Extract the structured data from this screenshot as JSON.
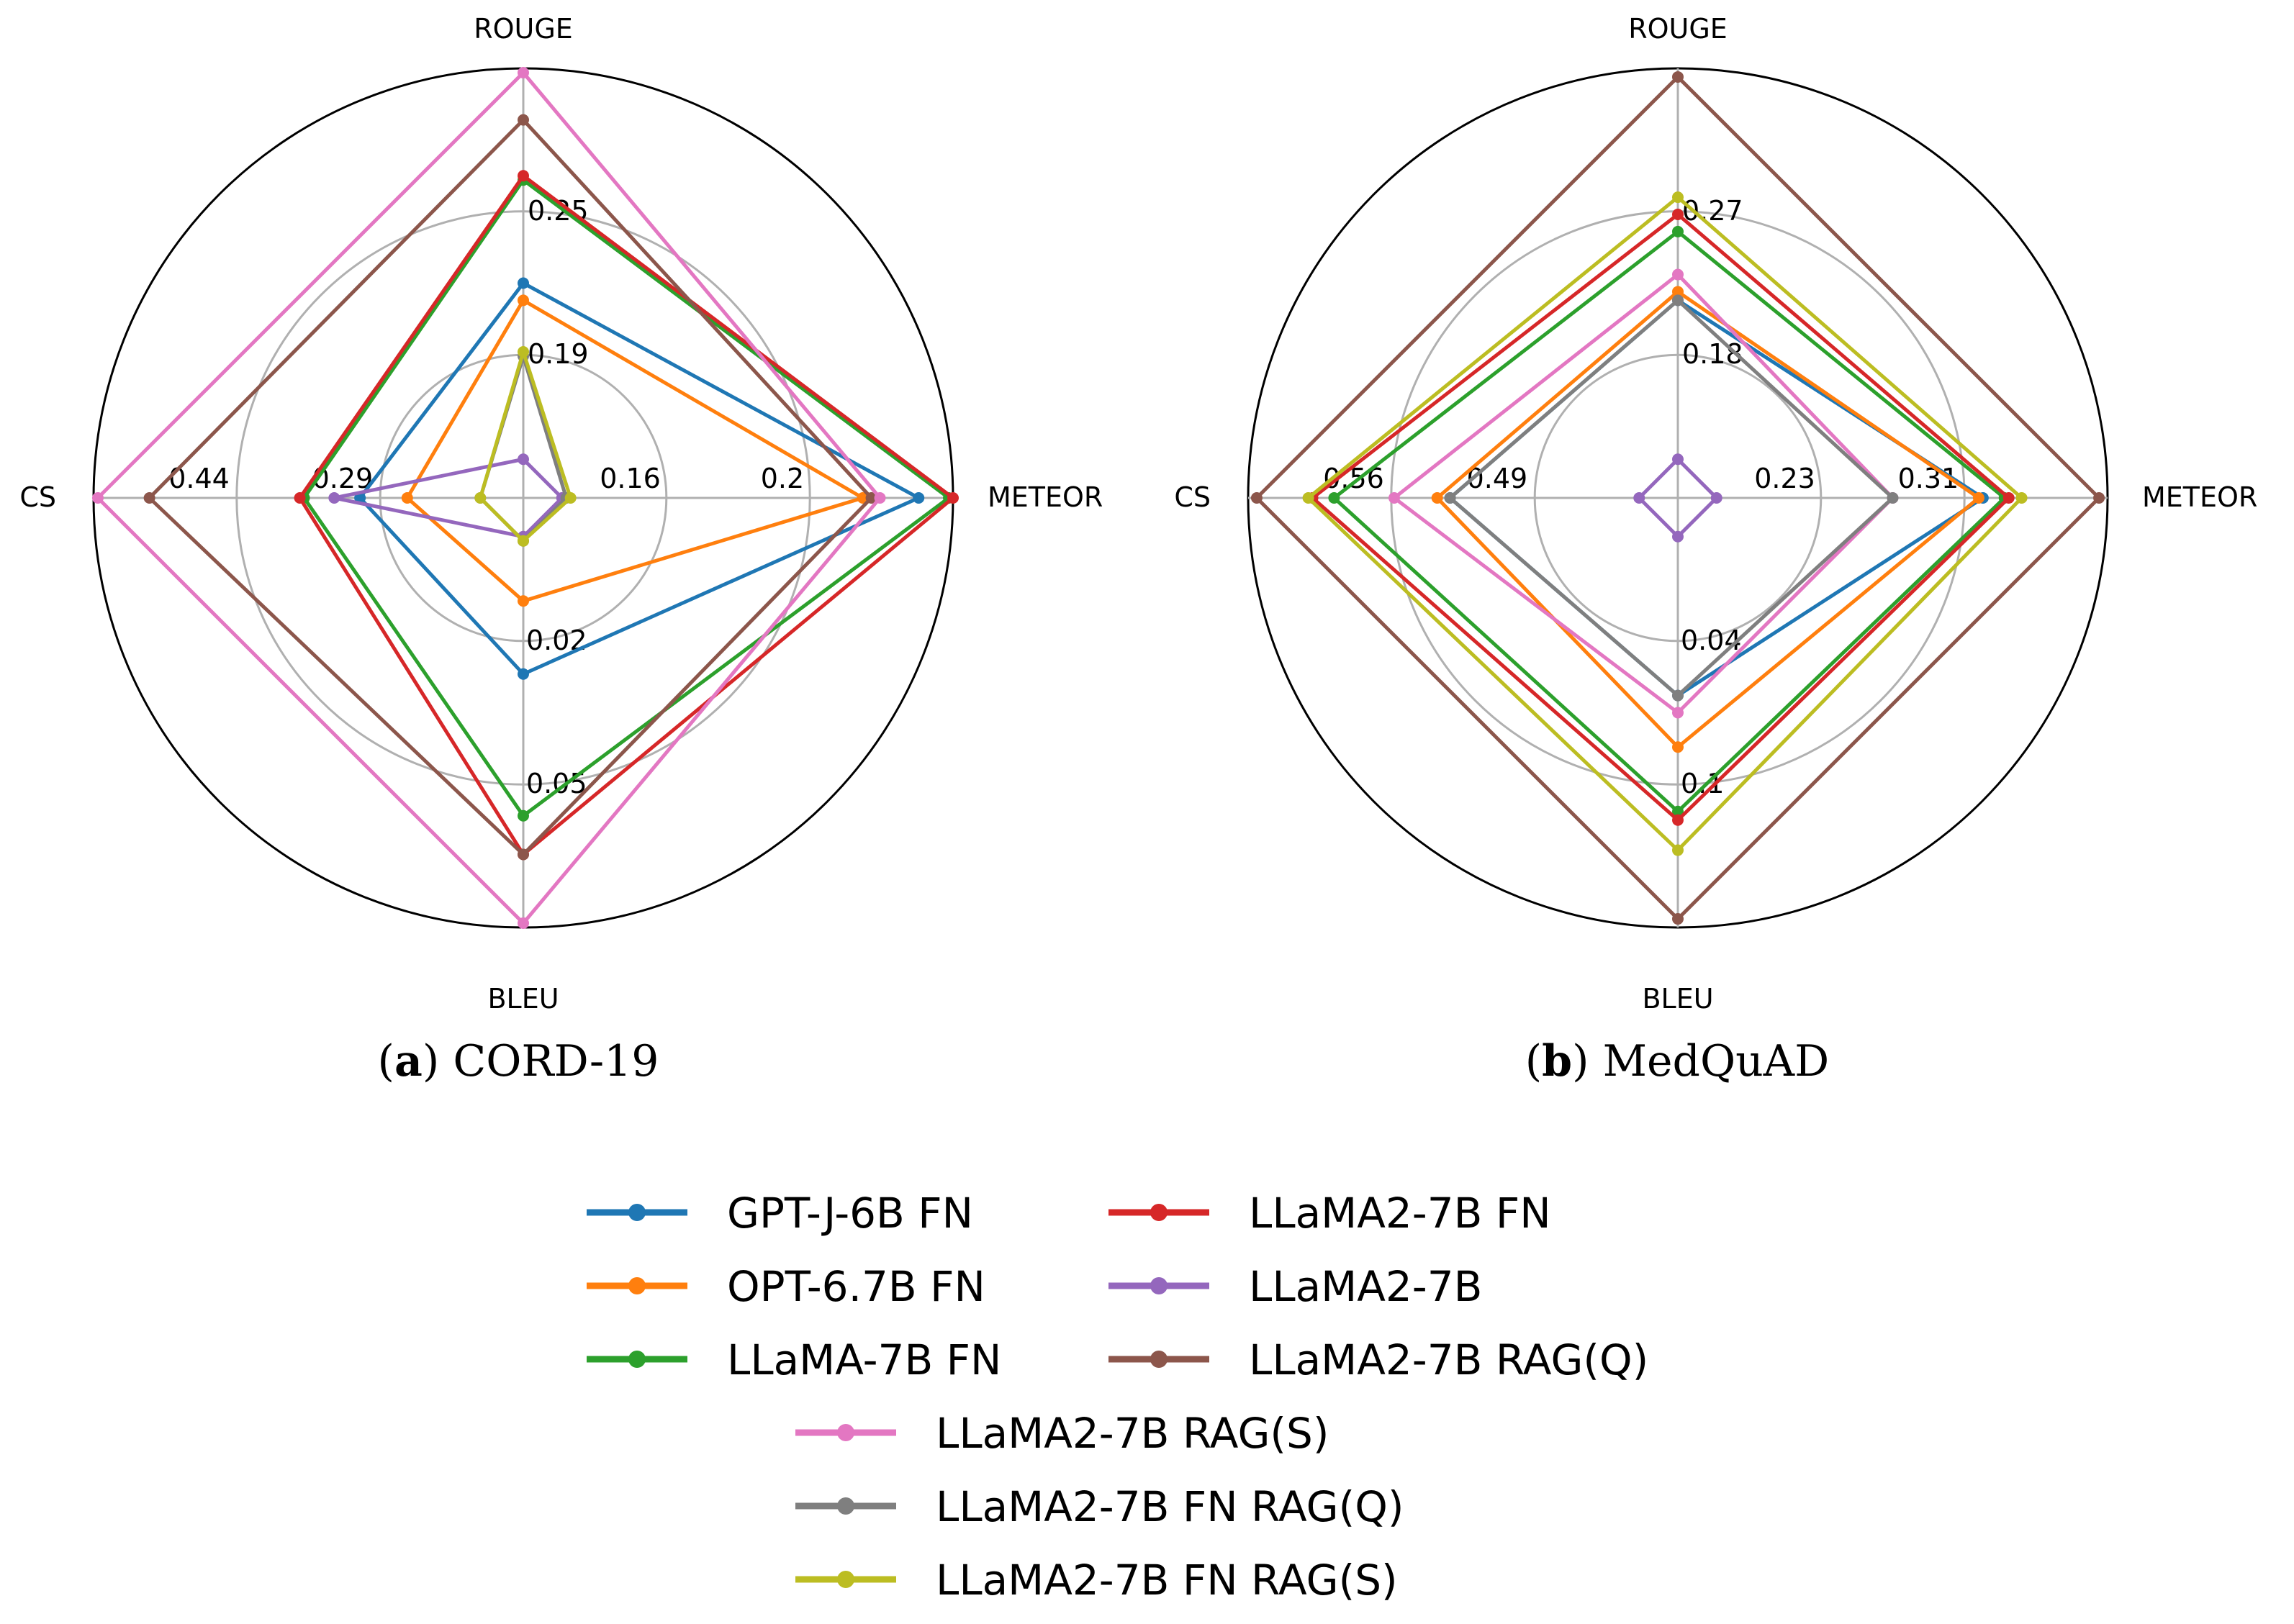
{
  "chart_data": [
    {
      "type": "radar",
      "caption_letter": "a",
      "caption_text": "CORD-19",
      "axes": [
        {
          "name": "ROUGE",
          "tick_labels": [
            "0.19",
            "0.25"
          ]
        },
        {
          "name": "METEOR",
          "tick_labels": [
            "0.16",
            "0.2"
          ]
        },
        {
          "name": "BLEU",
          "tick_labels": [
            "0.02",
            "0.05"
          ]
        },
        {
          "name": "CS",
          "tick_labels": [
            "0.29",
            "0.44"
          ]
        }
      ],
      "series": [
        {
          "name": "GPT-J-6B FN",
          "values": [
            0.5,
            0.92,
            0.41,
            0.38
          ]
        },
        {
          "name": "OPT-6.7B FN",
          "values": [
            0.46,
            0.79,
            0.24,
            0.27
          ]
        },
        {
          "name": "LLaMA-7B FN",
          "values": [
            0.74,
            0.99,
            0.74,
            0.51
          ]
        },
        {
          "name": "LLaMA2-7B FN",
          "values": [
            0.75,
            1.0,
            0.83,
            0.52
          ]
        },
        {
          "name": "LLaMA2-7B",
          "values": [
            0.09,
            0.09,
            0.09,
            0.44
          ]
        },
        {
          "name": "LLaMA2-7B RAG(Q)",
          "values": [
            0.88,
            0.81,
            0.83,
            0.87
          ]
        },
        {
          "name": "LLaMA2-7B RAG(S)",
          "values": [
            0.99,
            0.83,
            0.99,
            0.99
          ]
        },
        {
          "name": "LLaMA2-7B FN RAG(Q)",
          "values": [
            0.33,
            0.1,
            0.1,
            0.1
          ]
        },
        {
          "name": "LLaMA2-7B FN RAG(S)",
          "values": [
            0.34,
            0.11,
            0.1,
            0.1
          ]
        }
      ]
    },
    {
      "type": "radar",
      "caption_letter": "b",
      "caption_text": "MedQuAD",
      "axes": [
        {
          "name": "ROUGE",
          "tick_labels": [
            "0.18",
            "0.27"
          ]
        },
        {
          "name": "METEOR",
          "tick_labels": [
            "0.23",
            "0.31"
          ]
        },
        {
          "name": "BLEU",
          "tick_labels": [
            "0.04",
            "0.1"
          ]
        },
        {
          "name": "CS",
          "tick_labels": [
            "0.49",
            "0.56"
          ]
        }
      ],
      "series": [
        {
          "name": "GPT-J-6B FN",
          "values": [
            0.46,
            0.71,
            0.46,
            0.53
          ]
        },
        {
          "name": "OPT-6.7B FN",
          "values": [
            0.48,
            0.7,
            0.58,
            0.56
          ]
        },
        {
          "name": "LLaMA-7B FN",
          "values": [
            0.62,
            0.76,
            0.73,
            0.8
          ]
        },
        {
          "name": "LLaMA2-7B FN",
          "values": [
            0.66,
            0.77,
            0.75,
            0.85
          ]
        },
        {
          "name": "LLaMA2-7B",
          "values": [
            0.09,
            0.09,
            0.09,
            0.09
          ]
        },
        {
          "name": "LLaMA2-7B RAG(Q)",
          "values": [
            0.98,
            0.98,
            0.98,
            0.98
          ]
        },
        {
          "name": "LLaMA2-7B RAG(S)",
          "values": [
            0.52,
            0.5,
            0.5,
            0.66
          ]
        },
        {
          "name": "LLaMA2-7B FN RAG(Q)",
          "values": [
            0.46,
            0.5,
            0.46,
            0.53
          ]
        },
        {
          "name": "LLaMA2-7B FN RAG(S)",
          "values": [
            0.7,
            0.8,
            0.82,
            0.86
          ]
        }
      ]
    }
  ],
  "legend": {
    "entries": [
      {
        "label": "GPT-J-6B FN",
        "color": "#1f77b4"
      },
      {
        "label": "OPT-6.7B FN",
        "color": "#ff7f0e"
      },
      {
        "label": "LLaMA-7B FN",
        "color": "#2ca02c"
      },
      {
        "label": "LLaMA2-7B FN",
        "color": "#d62728"
      },
      {
        "label": "LLaMA2-7B",
        "color": "#9467bd"
      },
      {
        "label": "LLaMA2-7B RAG(Q)",
        "color": "#8c564b"
      },
      {
        "label": "LLaMA2-7B RAG(S)",
        "color": "#e377c2"
      },
      {
        "label": "LLaMA2-7B FN RAG(Q)",
        "color": "#7f7f7f"
      },
      {
        "label": "LLaMA2-7B FN RAG(S)",
        "color": "#bcbd22"
      }
    ]
  }
}
